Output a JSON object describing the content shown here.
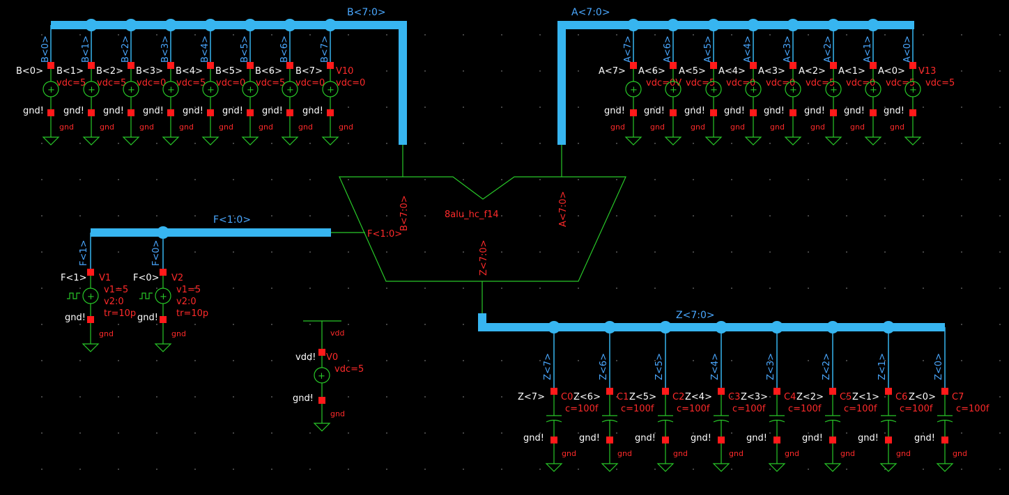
{
  "alu": {
    "name": "8alu_hc_f14",
    "pins": {
      "b": "B<7:0>",
      "a": "A<7:0>",
      "f": "F<1:0>",
      "z": "Z<7:0>"
    }
  },
  "buses": {
    "b": "B<7:0>",
    "a": "A<7:0>",
    "f": "F<1:0>",
    "z": "Z<7:0>"
  },
  "b_sources": [
    {
      "net": "B<0>",
      "label": "B<0>",
      "value": "vdc=5"
    },
    {
      "net": "B<1>",
      "label": "B<1>",
      "value": "vdc=5"
    },
    {
      "net": "B<2>",
      "label": "B<2>",
      "value": "vdc=0"
    },
    {
      "net": "B<3>",
      "label": "B<3>",
      "value": "vdc=5"
    },
    {
      "net": "B<4>",
      "label": "B<4>",
      "value": "vdc=0"
    },
    {
      "net": "B<5>",
      "label": "B<5>",
      "value": "vdc=5"
    },
    {
      "net": "B<6>",
      "label": "B<6>",
      "value": "vdc=0"
    },
    {
      "net": "B<7>",
      "label": "B<7>",
      "value": "vdc=0",
      "name": "V10"
    }
  ],
  "a_sources": [
    {
      "net": "A<7>",
      "label": "A<7>",
      "value": "vdc=0V"
    },
    {
      "net": "A<6>",
      "label": "A<6>",
      "value": "vdc=5"
    },
    {
      "net": "A<5>",
      "label": "A<5>",
      "value": "vdc=0"
    },
    {
      "net": "A<4>",
      "label": "A<4>",
      "value": "vdc=0"
    },
    {
      "net": "A<3>",
      "label": "A<3>",
      "value": "vdc=5"
    },
    {
      "net": "A<2>",
      "label": "A<2>",
      "value": "vdc=0"
    },
    {
      "net": "A<1>",
      "label": "A<1>",
      "value": "vdc=5"
    },
    {
      "net": "A<0>",
      "label": "A<0>",
      "value": "vdc=5",
      "name": "V13"
    }
  ],
  "f_sources": [
    {
      "net": "F<1>",
      "label": "F<1>",
      "name": "V1",
      "v1": "v1=5",
      "v2": "v2:0",
      "tr": "tr=10p"
    },
    {
      "net": "F<0>",
      "label": "F<0>",
      "name": "V2",
      "v1": "v1=5",
      "v2": "v2:0",
      "tr": "tr=10p"
    }
  ],
  "supply": {
    "name": "V0",
    "net": "vdd",
    "label": "vdd!",
    "value": "vdc=5"
  },
  "z_loads": [
    {
      "net": "Z<7>",
      "label": "Z<7>",
      "name": "C0",
      "value": "c=100f"
    },
    {
      "net": "Z<6>",
      "label": "Z<6>",
      "name": "C1",
      "value": "c=100f"
    },
    {
      "net": "Z<5>",
      "label": "Z<5>",
      "name": "C2",
      "value": "c=100f"
    },
    {
      "net": "Z<4>",
      "label": "Z<4>",
      "name": "C3",
      "value": "c=100f"
    },
    {
      "net": "Z<3>",
      "label": "Z<3>",
      "name": "C4",
      "value": "c=100f"
    },
    {
      "net": "Z<2>",
      "label": "Z<2>",
      "name": "C5",
      "value": "c=100f"
    },
    {
      "net": "Z<1>",
      "label": "Z<1>",
      "name": "C6",
      "value": "c=100f"
    },
    {
      "net": "Z<0>",
      "label": "Z<0>",
      "name": "C7",
      "value": "c=100f"
    }
  ],
  "ground": {
    "label": "gnd!",
    "net": "gnd"
  },
  "colors": {
    "bus": "#37b5f0",
    "wire": "#28c828",
    "pin": "#ff1a1a",
    "label": "#ffffff",
    "instance": "#ff2a2a"
  }
}
